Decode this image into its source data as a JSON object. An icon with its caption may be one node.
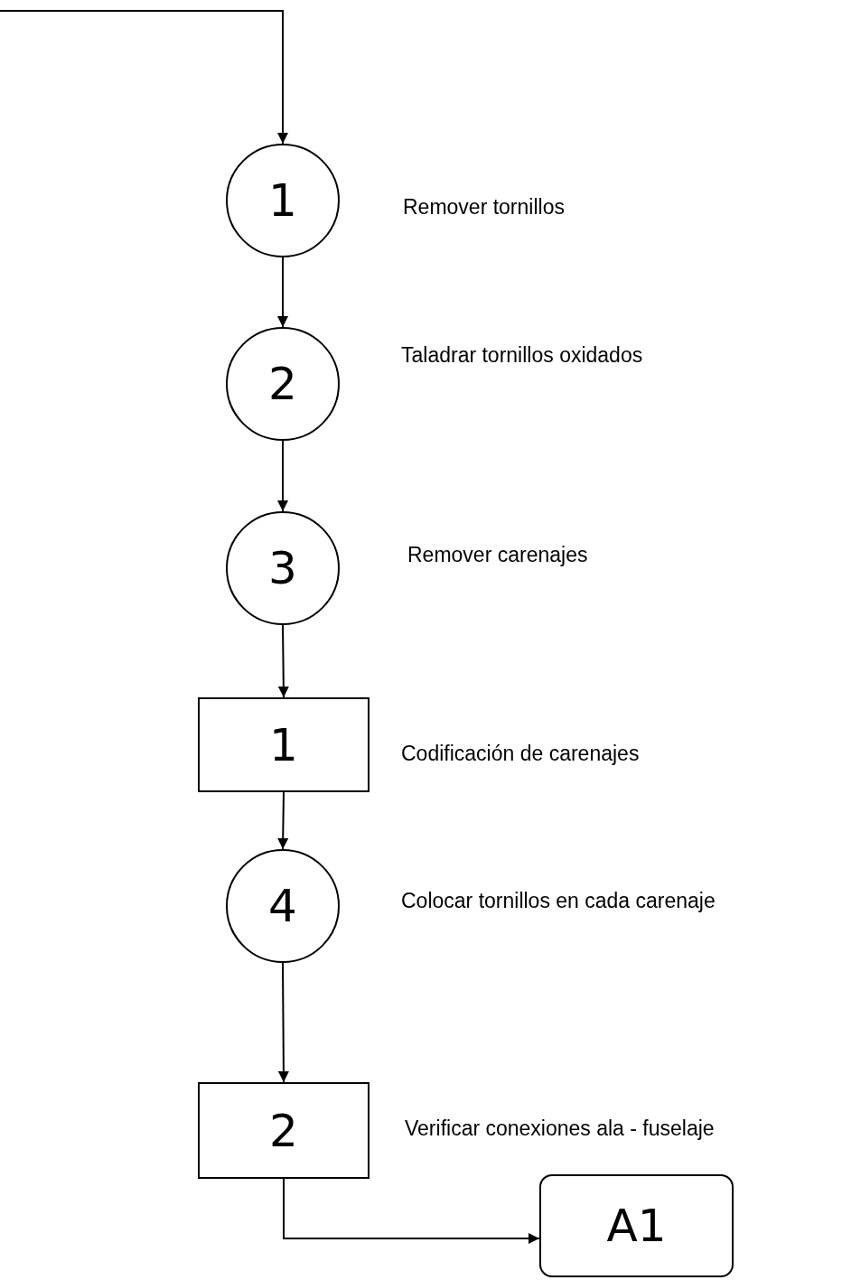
{
  "diagram": {
    "nodes": [
      {
        "text": [
          "1"
        ],
        "beside": [
          "Remover tornillos"
        ]
      },
      {
        "text": [
          "2"
        ],
        "beside": [
          "Taladrar tornillos oxidados"
        ]
      },
      {
        "text": [
          "3"
        ],
        "beside": [
          "Remover carenajes"
        ]
      },
      {
        "text": [
          "1"
        ],
        "beside": [
          "Codificación de carenajes"
        ]
      },
      {
        "text": [
          "4"
        ],
        "beside": [
          "Colocar tornillos en cada carenaje"
        ]
      },
      {
        "text": [
          "2"
        ],
        "beside": [
          "Verificar conexiones ala - fuselaje"
        ]
      },
      {
        "text": [
          "A1"
        ]
      }
    ],
    "edges": [
      {
        "from": null,
        "to": 0,
        "arrow": "to"
      },
      {
        "from": 0,
        "to": 1,
        "arrow": "to"
      },
      {
        "from": 1,
        "to": 2,
        "arrow": "to"
      },
      {
        "from": 2,
        "to": 3,
        "arrow": "to"
      },
      {
        "from": 3,
        "to": 4,
        "arrow": "to"
      },
      {
        "from": 4,
        "to": 5,
        "arrow": "to"
      },
      {
        "from": 5,
        "to": 6,
        "arrow": "to"
      }
    ]
  }
}
